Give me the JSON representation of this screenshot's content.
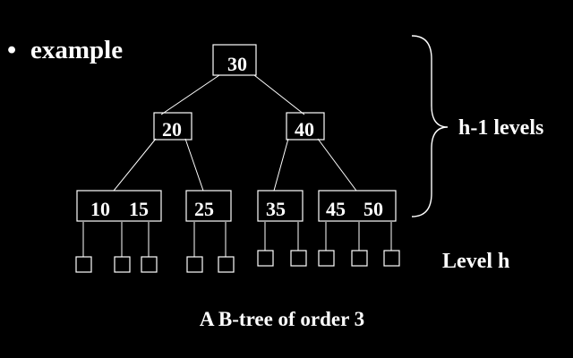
{
  "slide": {
    "bullet_glyph": "•",
    "bullet_text": "example",
    "levels_annotation": "h-1 levels",
    "leaf_level_label": "Level h",
    "caption": "A B-tree of order 3"
  },
  "tree": {
    "root": {
      "keys": [
        "30"
      ]
    },
    "level2": [
      {
        "keys": [
          "20"
        ]
      },
      {
        "keys": [
          "40"
        ]
      }
    ],
    "level3": [
      {
        "keys": [
          "10",
          "15"
        ]
      },
      {
        "keys": [
          "25"
        ]
      },
      {
        "keys": [
          "35"
        ]
      },
      {
        "keys": [
          "45",
          "50"
        ]
      }
    ],
    "leaf_box_count": 10
  },
  "colors": {
    "background": "#000000",
    "foreground": "#ffffff"
  }
}
